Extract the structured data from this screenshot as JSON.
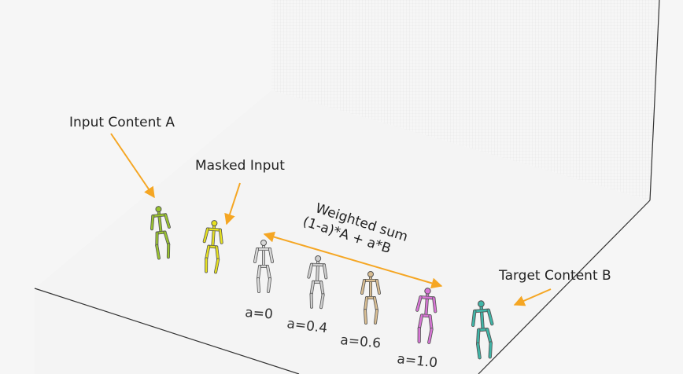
{
  "labels": {
    "input_content": "Input Content A",
    "masked_input": "Masked Input",
    "weighted_sum": "Weighted sum",
    "formula": "(1-a)*A + a*B",
    "target_content": "Target Content B"
  },
  "alpha_labels": [
    "a=0",
    "a=0.4",
    "a=0.6",
    "a=1.0"
  ],
  "colors": {
    "arrow": "#f5a623",
    "figure_input": "#9ac430",
    "figure_masked": "#e6e120",
    "figure_a0": "#d9d9d9",
    "figure_a04": "#cfcfcf",
    "figure_a06": "#d8bd92",
    "figure_a10": "#d876d6",
    "figure_target": "#3fb6a8"
  }
}
